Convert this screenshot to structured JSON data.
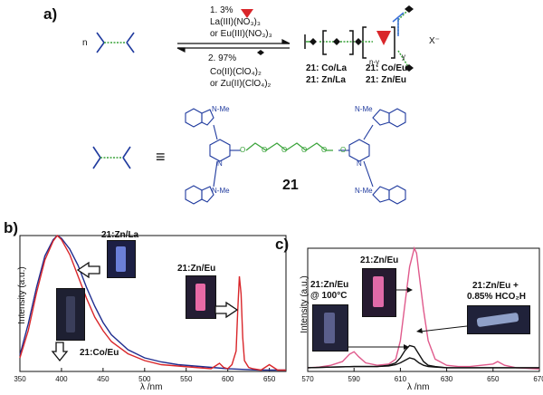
{
  "panel_a": {
    "letter": "a)",
    "reactant_n": "n",
    "step1_num": "1. 3%",
    "step1_line1": "La(III)(NO₃)₃",
    "step1_line2": "or Eu(III)(NO₃)₃",
    "step2_num": "2. 97%",
    "step2_line1": "Co(II)(ClO₄)₂",
    "step2_line2": "or Zu(II)(ClO₄)₂",
    "sub_ny": "n-y",
    "sub_y": "y",
    "counter_ion": "X⁻",
    "combos": [
      "21: Co/La",
      "21: Co/Eu",
      "21: Zn/La",
      "21: Zn/Eu"
    ],
    "equiv": "≡",
    "compound_label": "21",
    "nme": "N-Me",
    "atom_o": "O",
    "atom_n": "N"
  },
  "panel_b": {
    "letter": "b)",
    "ylabel": "Intensity (a.u.)",
    "xlabel": "λ /nm",
    "label_znla": "21:Zn/La",
    "label_znEu": "21:Zn/Eu",
    "label_coeu": "21:Co/Eu"
  },
  "panel_c": {
    "letter": "c)",
    "ylabel": "Intensity (a.u.)",
    "xlabel": "λ /nm",
    "label_znEu": "21:Zn/Eu",
    "label_heat_1": "21:Zn/Eu",
    "label_heat_2": "@ 100°C",
    "label_acid_1": "21:Zn/Eu +",
    "label_acid_2": "0.85% HCO₂H"
  },
  "chart_data": [
    {
      "type": "line",
      "xlabel": "λ /nm",
      "ylabel": "Intensity (a.u.)",
      "xlim": [
        350,
        670
      ],
      "x_ticks": [
        350,
        400,
        450,
        500,
        550,
        600,
        650
      ],
      "series": [
        {
          "color": "#1f2d8f",
          "x": [
            350,
            360,
            370,
            380,
            390,
            395,
            400,
            410,
            420,
            430,
            440,
            450,
            460,
            480,
            500,
            520,
            540,
            560,
            580,
            600,
            620,
            640,
            660,
            670
          ],
          "y": [
            0.12,
            0.35,
            0.62,
            0.85,
            0.97,
            1.0,
            0.98,
            0.9,
            0.78,
            0.62,
            0.48,
            0.36,
            0.27,
            0.16,
            0.1,
            0.07,
            0.05,
            0.04,
            0.03,
            0.02,
            0.015,
            0.01,
            0.01,
            0.01
          ]
        },
        {
          "color": "#d9262a",
          "x": [
            350,
            360,
            370,
            380,
            390,
            395,
            400,
            410,
            420,
            430,
            440,
            450,
            460,
            480,
            500,
            520,
            540,
            560,
            580,
            590,
            595,
            600,
            605,
            610,
            612,
            614,
            616,
            618,
            620,
            625,
            630,
            640,
            650,
            660,
            670
          ],
          "y": [
            0.1,
            0.3,
            0.58,
            0.82,
            0.96,
            1.0,
            0.97,
            0.86,
            0.7,
            0.54,
            0.4,
            0.3,
            0.22,
            0.13,
            0.08,
            0.05,
            0.04,
            0.03,
            0.02,
            0.06,
            0.03,
            0.02,
            0.05,
            0.15,
            0.45,
            0.7,
            0.57,
            0.25,
            0.08,
            0.03,
            0.02,
            0.01,
            0.05,
            0.01,
            0.01
          ]
        }
      ]
    },
    {
      "type": "line",
      "xlabel": "λ /nm",
      "ylabel": "Intensity (a.u.)",
      "xlim": [
        570,
        670
      ],
      "x_ticks": [
        570,
        590,
        610,
        630,
        650,
        670
      ],
      "series": [
        {
          "color": "#e05a8c",
          "x": [
            570,
            575,
            580,
            585,
            588,
            590,
            592,
            595,
            600,
            605,
            608,
            610,
            612,
            614,
            616,
            617,
            618,
            620,
            622,
            625,
            630,
            635,
            640,
            645,
            650,
            652,
            655,
            660,
            670
          ],
          "y": [
            0.03,
            0.035,
            0.05,
            0.08,
            0.14,
            0.16,
            0.12,
            0.07,
            0.05,
            0.06,
            0.1,
            0.25,
            0.55,
            0.85,
            1.0,
            0.96,
            0.8,
            0.5,
            0.25,
            0.1,
            0.05,
            0.04,
            0.04,
            0.05,
            0.06,
            0.08,
            0.05,
            0.03,
            0.02
          ]
        },
        {
          "color": "#111111",
          "x": [
            570,
            580,
            590,
            600,
            605,
            608,
            610,
            612,
            614,
            616,
            618,
            620,
            622,
            625,
            630,
            640,
            650,
            660,
            670
          ],
          "y": [
            0.03,
            0.035,
            0.04,
            0.04,
            0.05,
            0.07,
            0.11,
            0.17,
            0.21,
            0.2,
            0.14,
            0.08,
            0.05,
            0.04,
            0.03,
            0.03,
            0.03,
            0.03,
            0.03
          ]
        },
        {
          "color": "#111111",
          "x": [
            570,
            580,
            590,
            600,
            605,
            608,
            610,
            612,
            614,
            616,
            618,
            620,
            622,
            625,
            630,
            640,
            650,
            660,
            670
          ],
          "y": [
            0.03,
            0.035,
            0.04,
            0.04,
            0.045,
            0.055,
            0.07,
            0.09,
            0.11,
            0.1,
            0.07,
            0.05,
            0.04,
            0.035,
            0.03,
            0.03,
            0.03,
            0.03,
            0.03
          ]
        }
      ]
    }
  ]
}
